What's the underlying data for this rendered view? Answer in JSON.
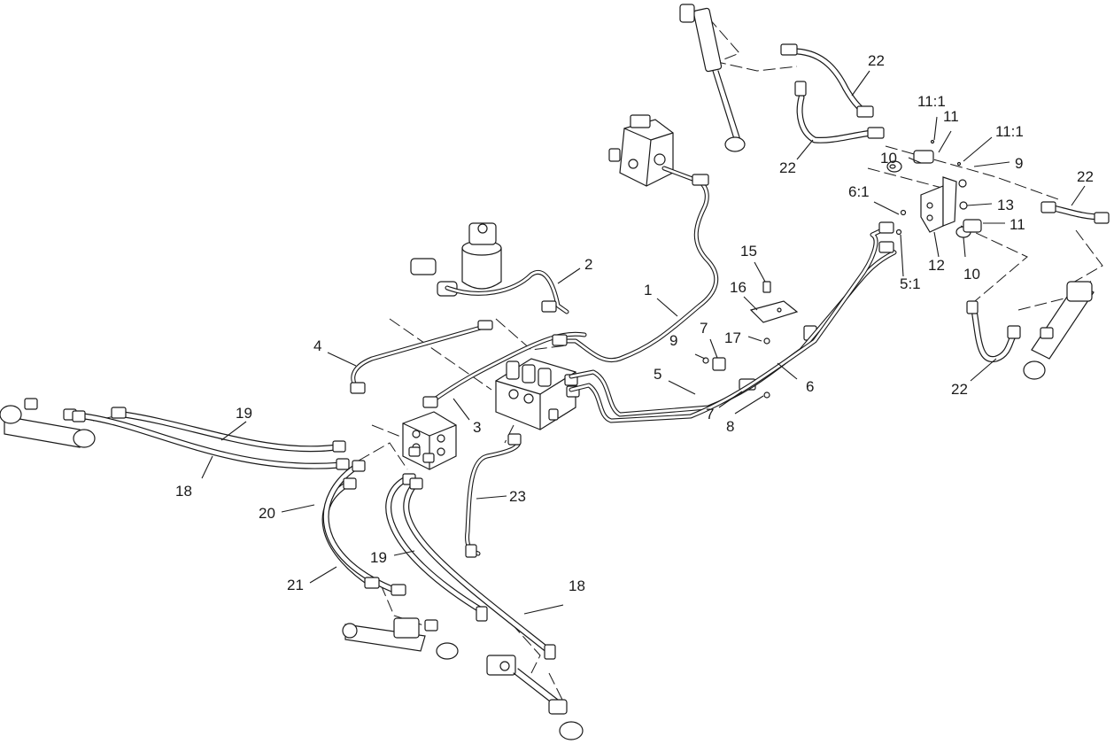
{
  "callouts": [
    {
      "id": "c1",
      "text": "1"
    },
    {
      "id": "c2",
      "text": "2"
    },
    {
      "id": "c3",
      "text": "3"
    },
    {
      "id": "c4",
      "text": "4"
    },
    {
      "id": "c5",
      "text": "5"
    },
    {
      "id": "c5_1",
      "text": "5:1"
    },
    {
      "id": "c6",
      "text": "6"
    },
    {
      "id": "c6_1",
      "text": "6:1"
    },
    {
      "id": "c7a",
      "text": "7"
    },
    {
      "id": "c7b",
      "text": "7"
    },
    {
      "id": "c8",
      "text": "8"
    },
    {
      "id": "c9a",
      "text": "9"
    },
    {
      "id": "c9b",
      "text": "9"
    },
    {
      "id": "c10a",
      "text": "10"
    },
    {
      "id": "c10b",
      "text": "10"
    },
    {
      "id": "c11a",
      "text": "11"
    },
    {
      "id": "c11b",
      "text": "11"
    },
    {
      "id": "c11_1a",
      "text": "11:1"
    },
    {
      "id": "c11_1b",
      "text": "11:1"
    },
    {
      "id": "c12",
      "text": "12"
    },
    {
      "id": "c13",
      "text": "13"
    },
    {
      "id": "c15",
      "text": "15"
    },
    {
      "id": "c16",
      "text": "16"
    },
    {
      "id": "c17",
      "text": "17"
    },
    {
      "id": "c18a",
      "text": "18"
    },
    {
      "id": "c18b",
      "text": "18"
    },
    {
      "id": "c19a",
      "text": "19"
    },
    {
      "id": "c19b",
      "text": "19"
    },
    {
      "id": "c20",
      "text": "20"
    },
    {
      "id": "c21",
      "text": "21"
    },
    {
      "id": "c22a",
      "text": "22"
    },
    {
      "id": "c22b",
      "text": "22"
    },
    {
      "id": "c22c",
      "text": "22"
    },
    {
      "id": "c22d",
      "text": "22"
    },
    {
      "id": "c23",
      "text": "23"
    }
  ]
}
